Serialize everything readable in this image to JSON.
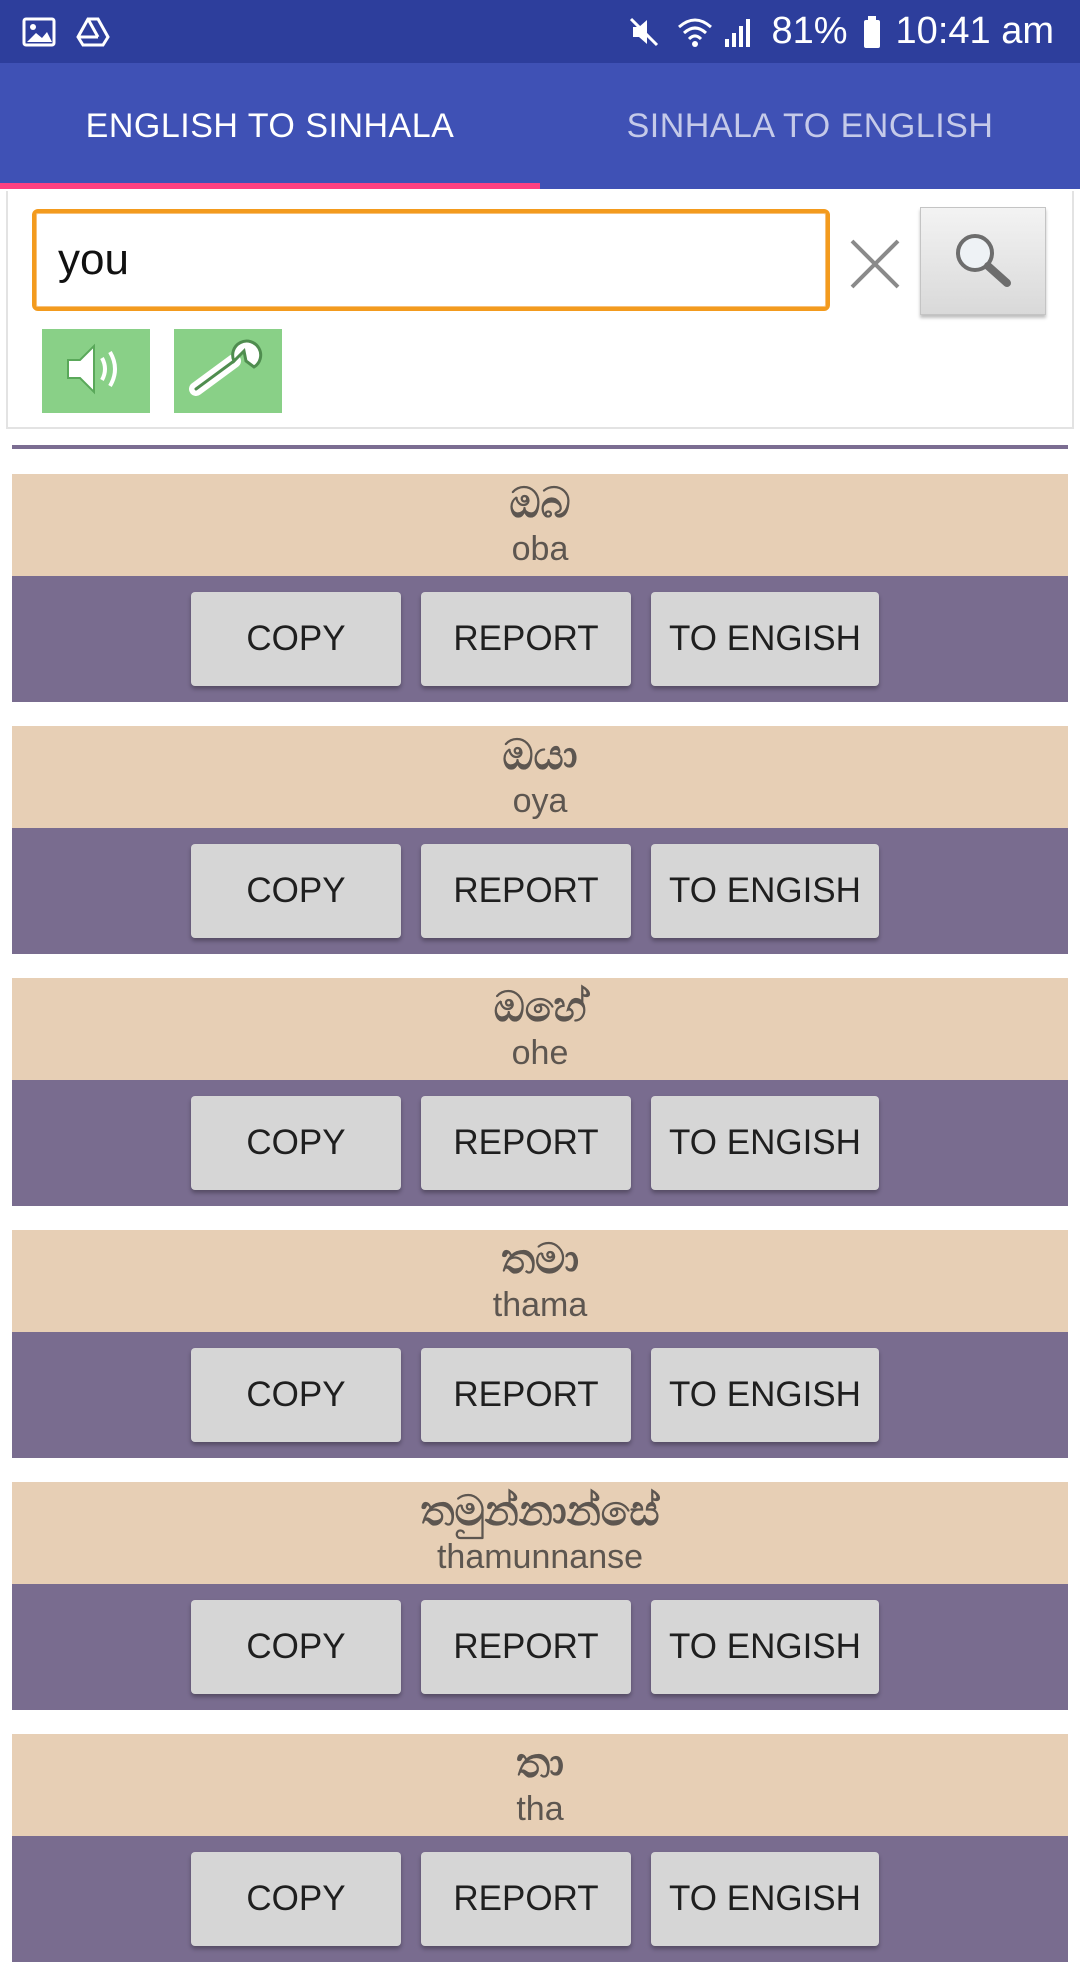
{
  "status_bar": {
    "battery": "81%",
    "time": "10:41 am"
  },
  "tabs": [
    {
      "label": "ENGLISH TO SINHALA",
      "active": true
    },
    {
      "label": "SINHALA TO ENGLISH",
      "active": false
    }
  ],
  "search": {
    "value": "you"
  },
  "colors": {
    "status_bar": "#2d3e9c",
    "app_bar": "#3f51b5",
    "tab_indicator": "#ff4081",
    "input_border": "#f39b1e",
    "tool_button": "#89d087",
    "word_background": "#e7cfb5",
    "action_background": "#796c8f"
  },
  "buttons": {
    "copy": "COPY",
    "report": "REPORT",
    "to_english": "TO ENGISH"
  },
  "results": [
    {
      "sinhala": "ඔබ",
      "translit": "oba"
    },
    {
      "sinhala": "ඔයා",
      "translit": "oya"
    },
    {
      "sinhala": "ඔහේ",
      "translit": "ohe"
    },
    {
      "sinhala": "තමා",
      "translit": "thama"
    },
    {
      "sinhala": "තමුන්නාන්සේ",
      "translit": "thamunnanse"
    },
    {
      "sinhala": "තා",
      "translit": "tha"
    }
  ]
}
